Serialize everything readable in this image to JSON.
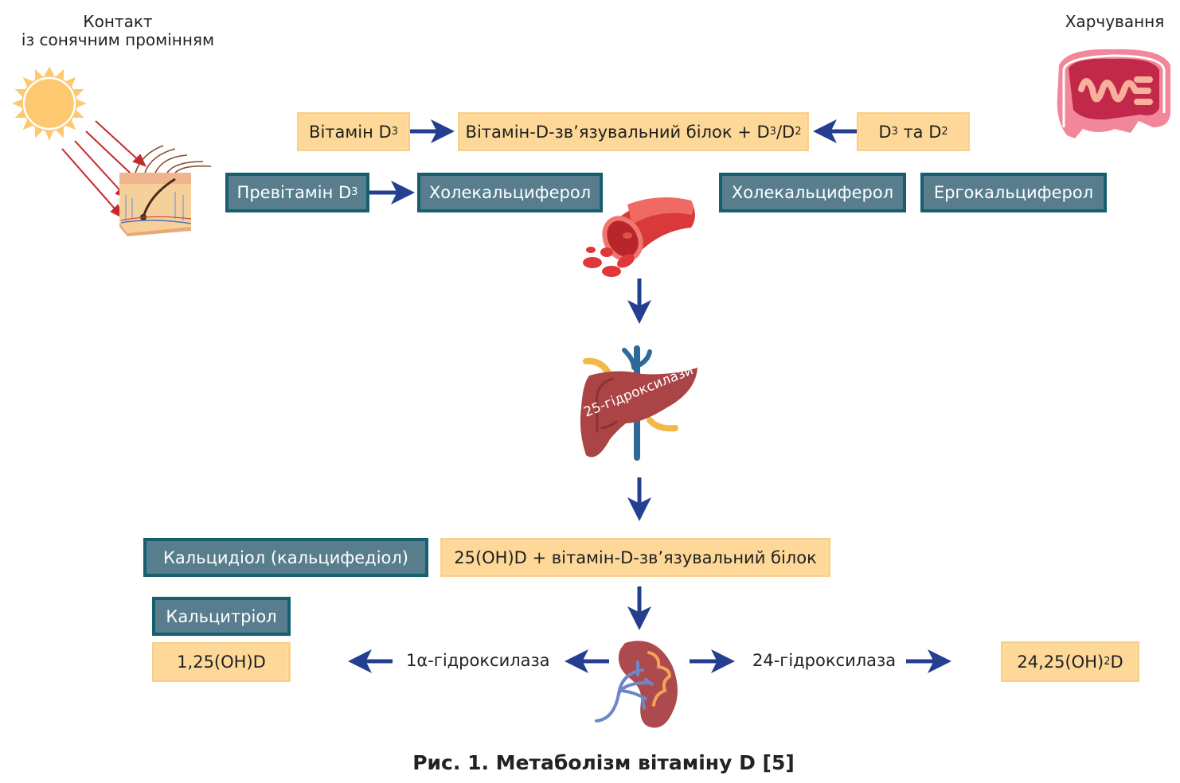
{
  "sources": {
    "sun_label_line1": "Контакт",
    "sun_label_line2": "із сонячним промінням",
    "food_label": "Харчування"
  },
  "top_row": {
    "vitamin_d3": {
      "text": "Вітамін D",
      "sub": "3"
    },
    "binding_protein": {
      "text": "Вітамін-D-зв’язувальний білок + D",
      "sub1": "3",
      "mid": "/D",
      "sub2": "2"
    },
    "d3_d2": {
      "t1": "D",
      "s1": "3",
      "t2": " та D",
      "s2": "2"
    }
  },
  "second_row": {
    "previtamin": {
      "text": "Превітамін D",
      "sub": "3"
    },
    "cholecalciferol_left": "Холекальциферол",
    "cholecalciferol_right": "Холекальциферол",
    "ergocalciferol": "Ергокальциферол"
  },
  "liver": {
    "enzyme_label": "25-гідроксилази"
  },
  "middle": {
    "calcidiol": "Кальцидіол (кальцифедіол)",
    "complex": "25(OH)D + вітамін-D-зв’язувальний білок"
  },
  "bottom": {
    "calcitriol": "Кальцитріол",
    "calcitriol_formula": "1,25(OH)D",
    "enzyme_1a": "1α-гідроксилаза",
    "enzyme_24": "24-гідроксилаза",
    "product_24": {
      "t1": "24,25(OH)",
      "s": "2",
      "t2": "D"
    }
  },
  "caption": "Рис. 1. Метаболізм вітаміну D [5]",
  "colors": {
    "yellow_box": "#fdd898",
    "teal_box": "#587e8e",
    "teal_border": "#14606e",
    "arrow": "#243f8f",
    "organ_red": "#b04a4d",
    "sun": "#fcc870"
  }
}
